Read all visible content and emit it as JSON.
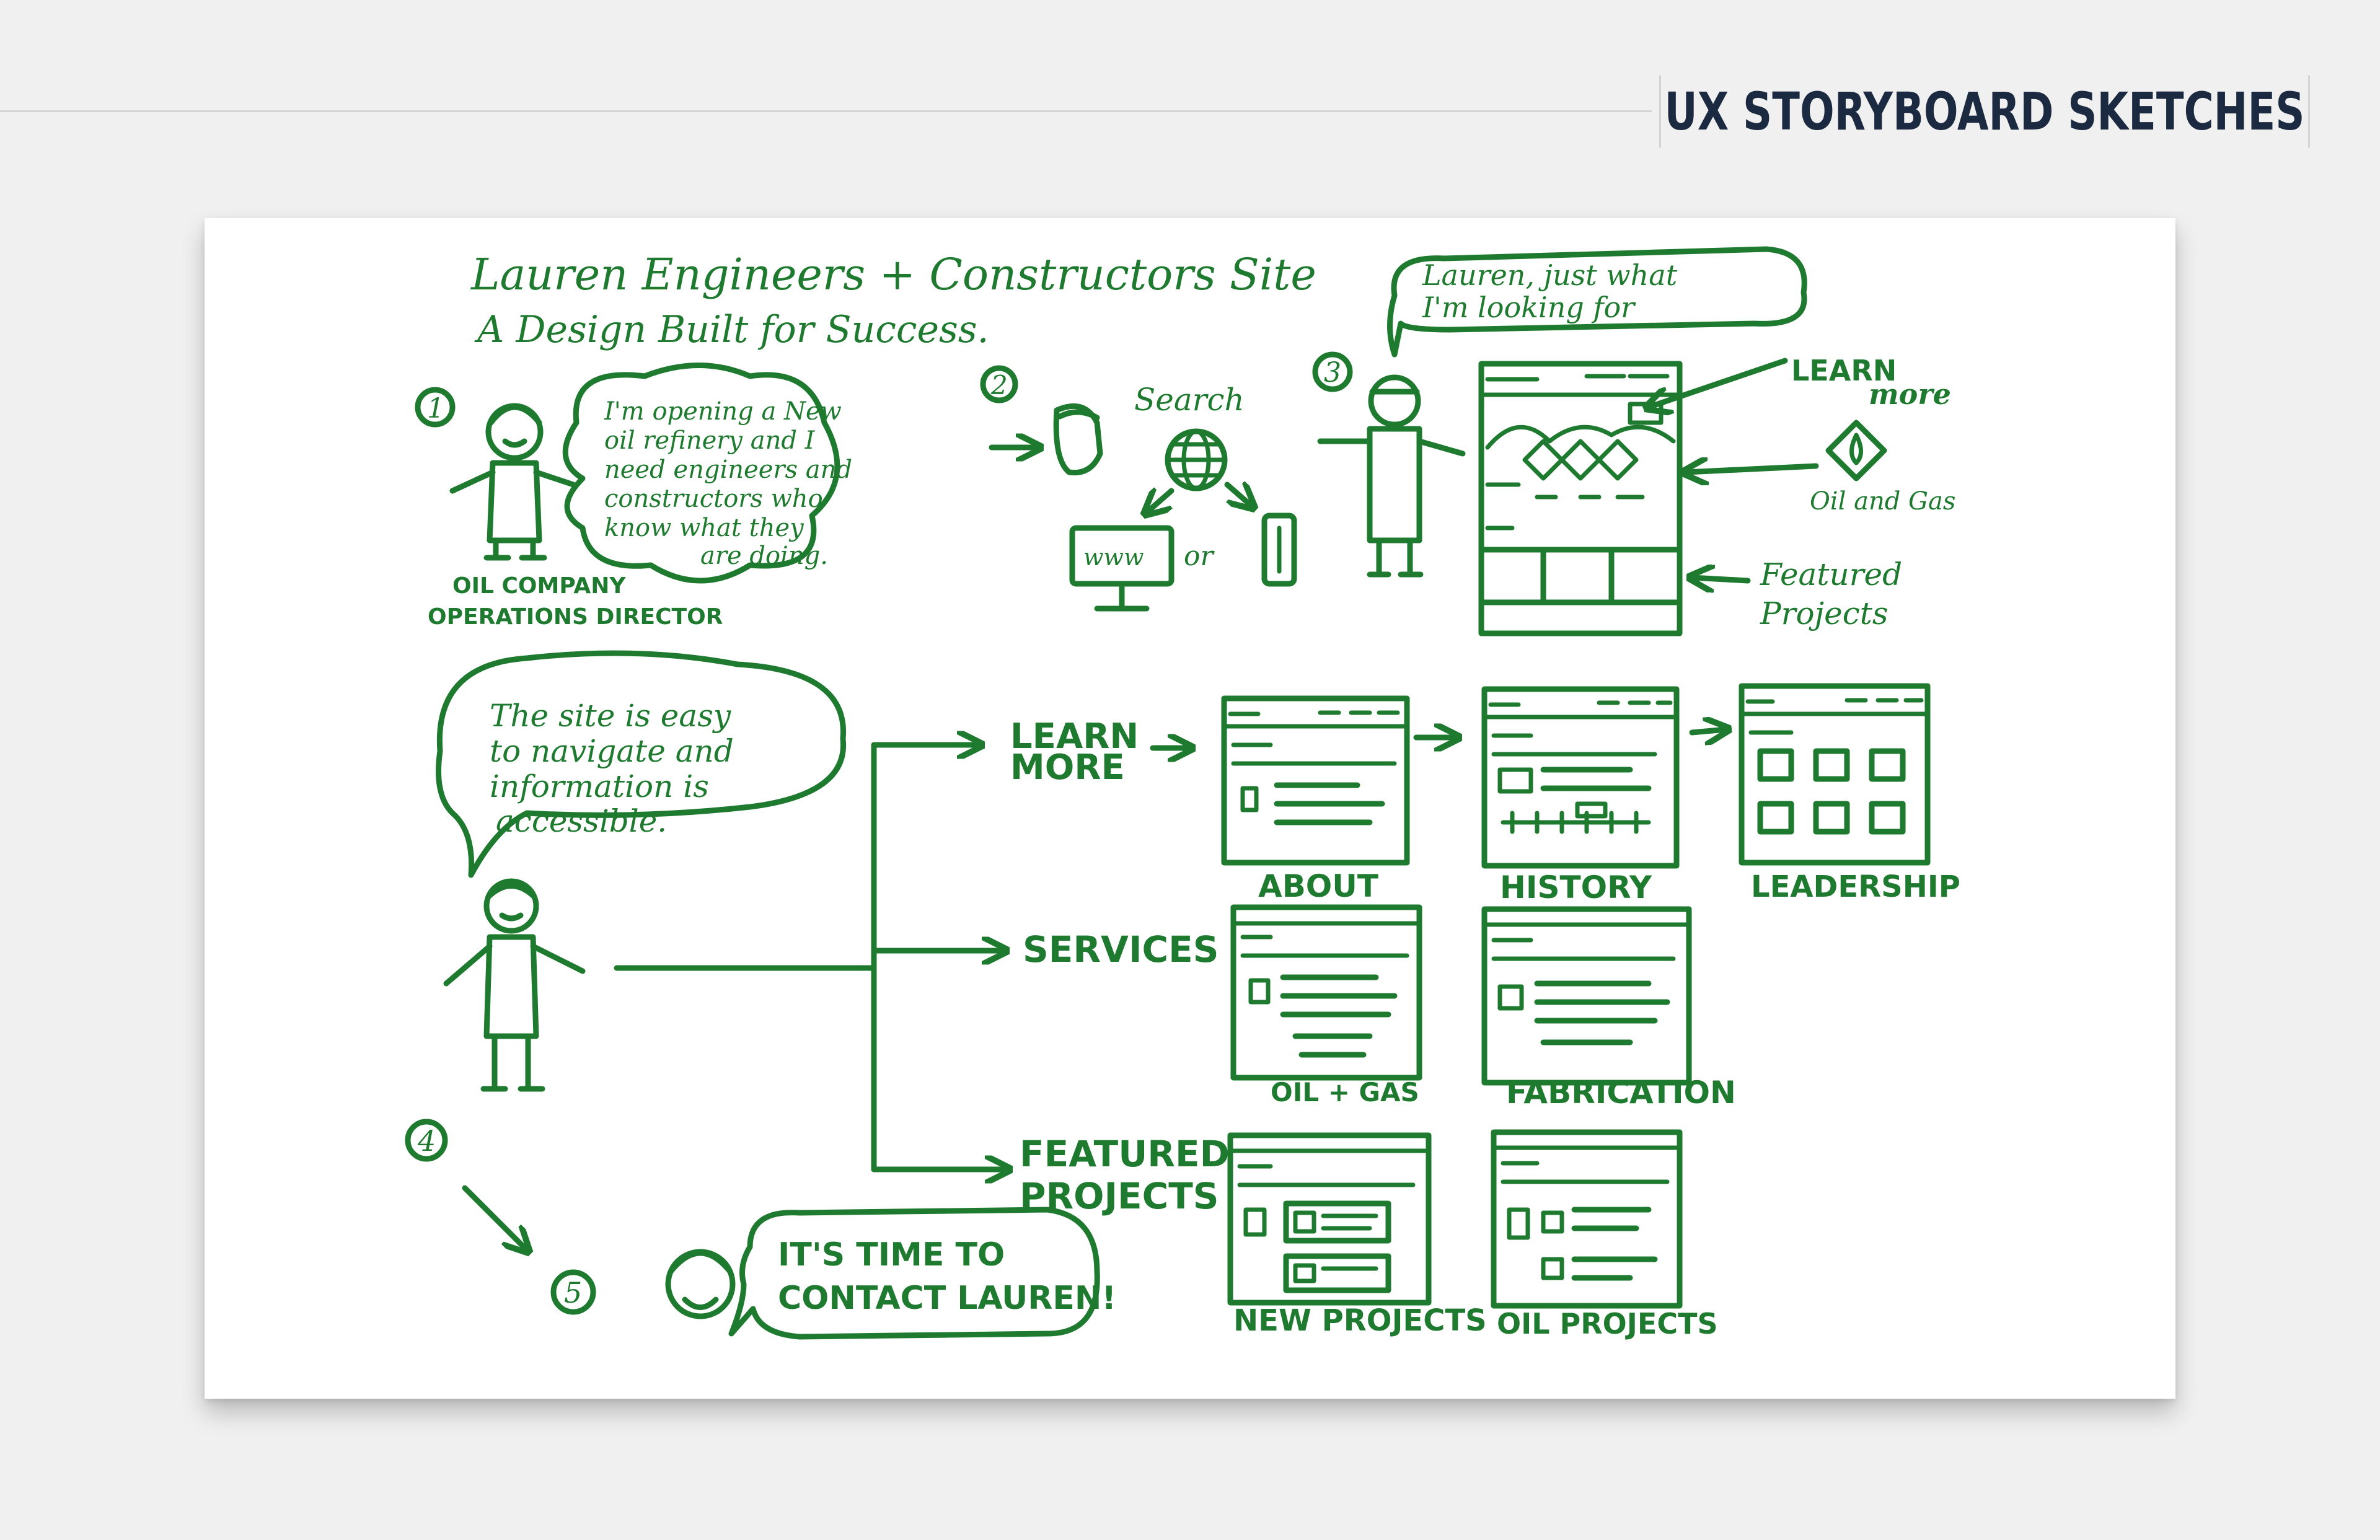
{
  "header": {
    "title": "UX STORYBOARD SKETCHES"
  },
  "sketch": {
    "heading_1": "Lauren Engineers + Constructors Site",
    "heading_2": "A Design Built for Success.",
    "steps": [
      "1",
      "2",
      "3",
      "4",
      "5"
    ],
    "step1_speech": [
      "I'm opening a New",
      "oil refinery and I",
      "need engineers and",
      "constructors who",
      "know what they",
      "are doing."
    ],
    "step1_role": [
      "OIL COMPANY",
      "OPERATIONS DIRECTOR"
    ],
    "step2_search": "Search",
    "step2_www": "www",
    "step2_or": "or",
    "step3_speech": [
      "Lauren, just what",
      "I'm looking for"
    ],
    "step3_learn": [
      "LEARN",
      "more"
    ],
    "step3_oilgas": "Oil and Gas",
    "step3_featured": [
      "Featured",
      "Projects"
    ],
    "step4_speech": [
      "The site is easy",
      "to navigate and",
      "information is",
      "accessible."
    ],
    "branch_learn": [
      "LEARN",
      "MORE"
    ],
    "branch_services": "SERVICES",
    "branch_featured": [
      "FEATURED",
      "PROJECTS"
    ],
    "page_about": "ABOUT",
    "page_history": "HISTORY",
    "page_leadership": "LEADERSHIP",
    "page_oilgas": "OIL + GAS",
    "page_fabrication": "FABRICATION",
    "page_new_projects": "NEW PROJECTS",
    "page_oil_projects": "OIL PROJECTS",
    "step5_speech": [
      "IT'S TIME TO",
      "CONTACT LAUREN!"
    ]
  }
}
